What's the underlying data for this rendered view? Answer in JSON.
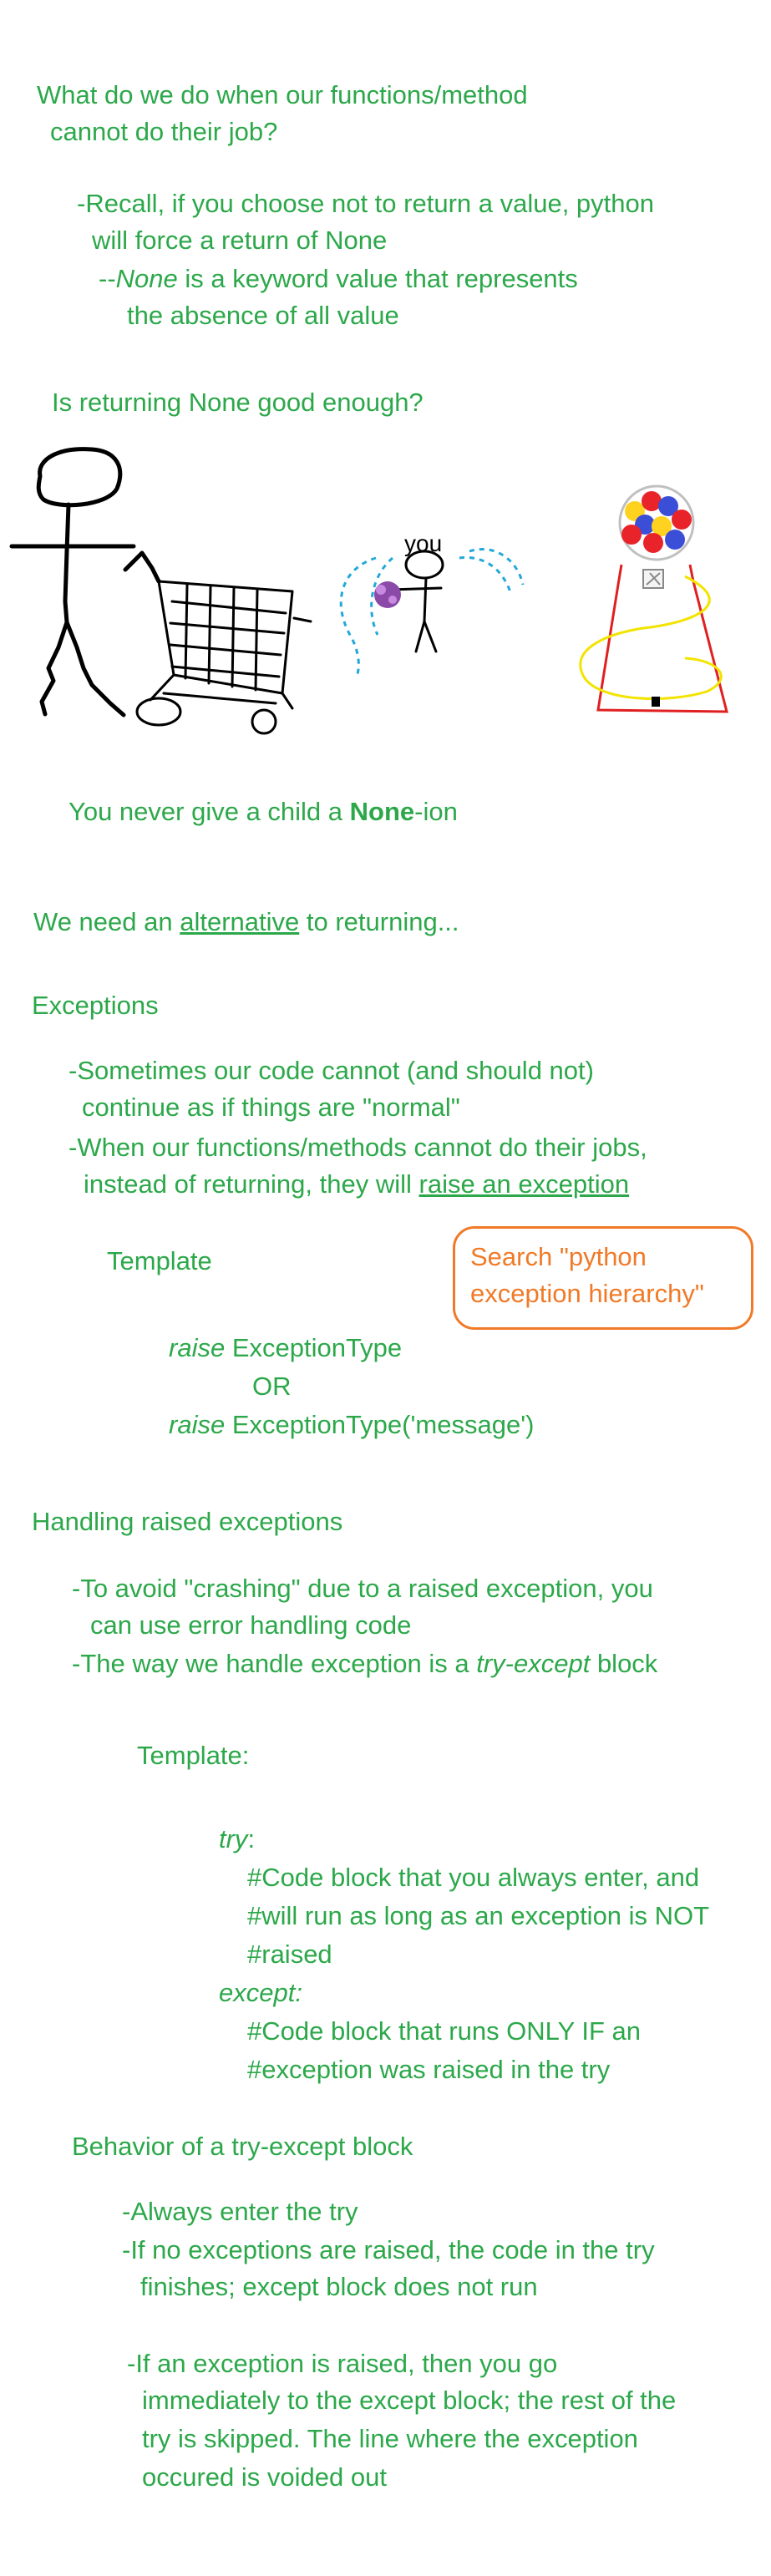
{
  "intro": {
    "q1": "What do we do when our functions/method",
    "q2": "cannot do their job?",
    "r1": "-Recall, if you choose not to return a value, python",
    "r2": "will force a return of None",
    "n_dash": "--",
    "n_word": "None",
    "n_rest": " is a keyword value that represents",
    "n2": "the absence of all value",
    "q3": "Is returning None good enough?"
  },
  "drawing": {
    "you_label": "you"
  },
  "joke": {
    "pre": "You never give a child a ",
    "bold": "None",
    "post": "-ion"
  },
  "alt": {
    "pre": "We need an ",
    "word": "alternative",
    "post": " to returning..."
  },
  "exceptions": {
    "heading": "Exceptions",
    "l1": "-Sometimes our code cannot (and should not)",
    "l2": "continue as if things are \"normal\"",
    "l3": "-When our functions/methods cannot do their jobs,",
    "l4_pre": "instead of returning, they will ",
    "l4_u": "raise an exception",
    "template": "Template",
    "raise_kw": "raise",
    "raise_a": " ExceptionType",
    "or": "OR",
    "raise_b": " ExceptionType('message')"
  },
  "callout": {
    "line1": "Search \"python",
    "line2": "exception hierarchy\""
  },
  "handling": {
    "heading": "Handling raised exceptions",
    "l1": "-To avoid \"crashing\" due to a raised exception, you",
    "l2": "can use error handling code",
    "l3_pre": "-The way we handle exception is a ",
    "l3_i": "try-except",
    "l3_post": " block",
    "template": "Template:",
    "try_kw": "try",
    "try_colon": ":",
    "c1": "#Code block that you always enter, and",
    "c2": "#will run as long as an exception is NOT",
    "c3": "#raised",
    "except_kw": "except:",
    "c4": "#Code block that runs ONLY IF an",
    "c5": "#exception was raised in the try"
  },
  "behavior": {
    "heading": "Behavior of a try-except block",
    "b1": "-Always enter the try",
    "b2": "-If no exceptions are raised, the code in the try",
    "b3": "finishes; except block does not run",
    "b4": "-If an exception is raised, then you go",
    "b5": "immediately to the except block; the rest of the",
    "b6": "try is skipped. The line where the exception",
    "b7": "occured is voided out"
  },
  "colors": {
    "text": "#2ca84a",
    "callout": "#f07a28"
  }
}
